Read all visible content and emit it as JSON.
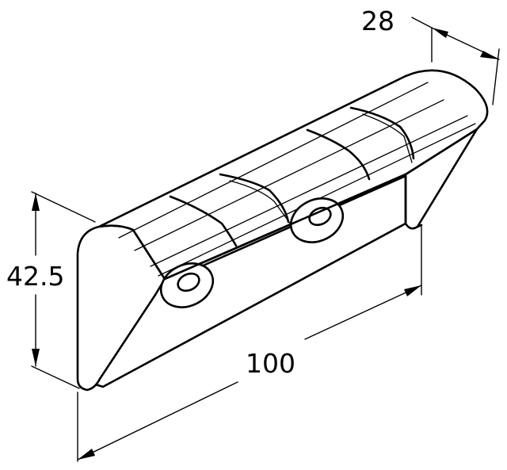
{
  "dimensions": {
    "depth": "28",
    "height": "42.5",
    "length": "100"
  },
  "colors": {
    "line": "#000000",
    "background": "#ffffff"
  }
}
